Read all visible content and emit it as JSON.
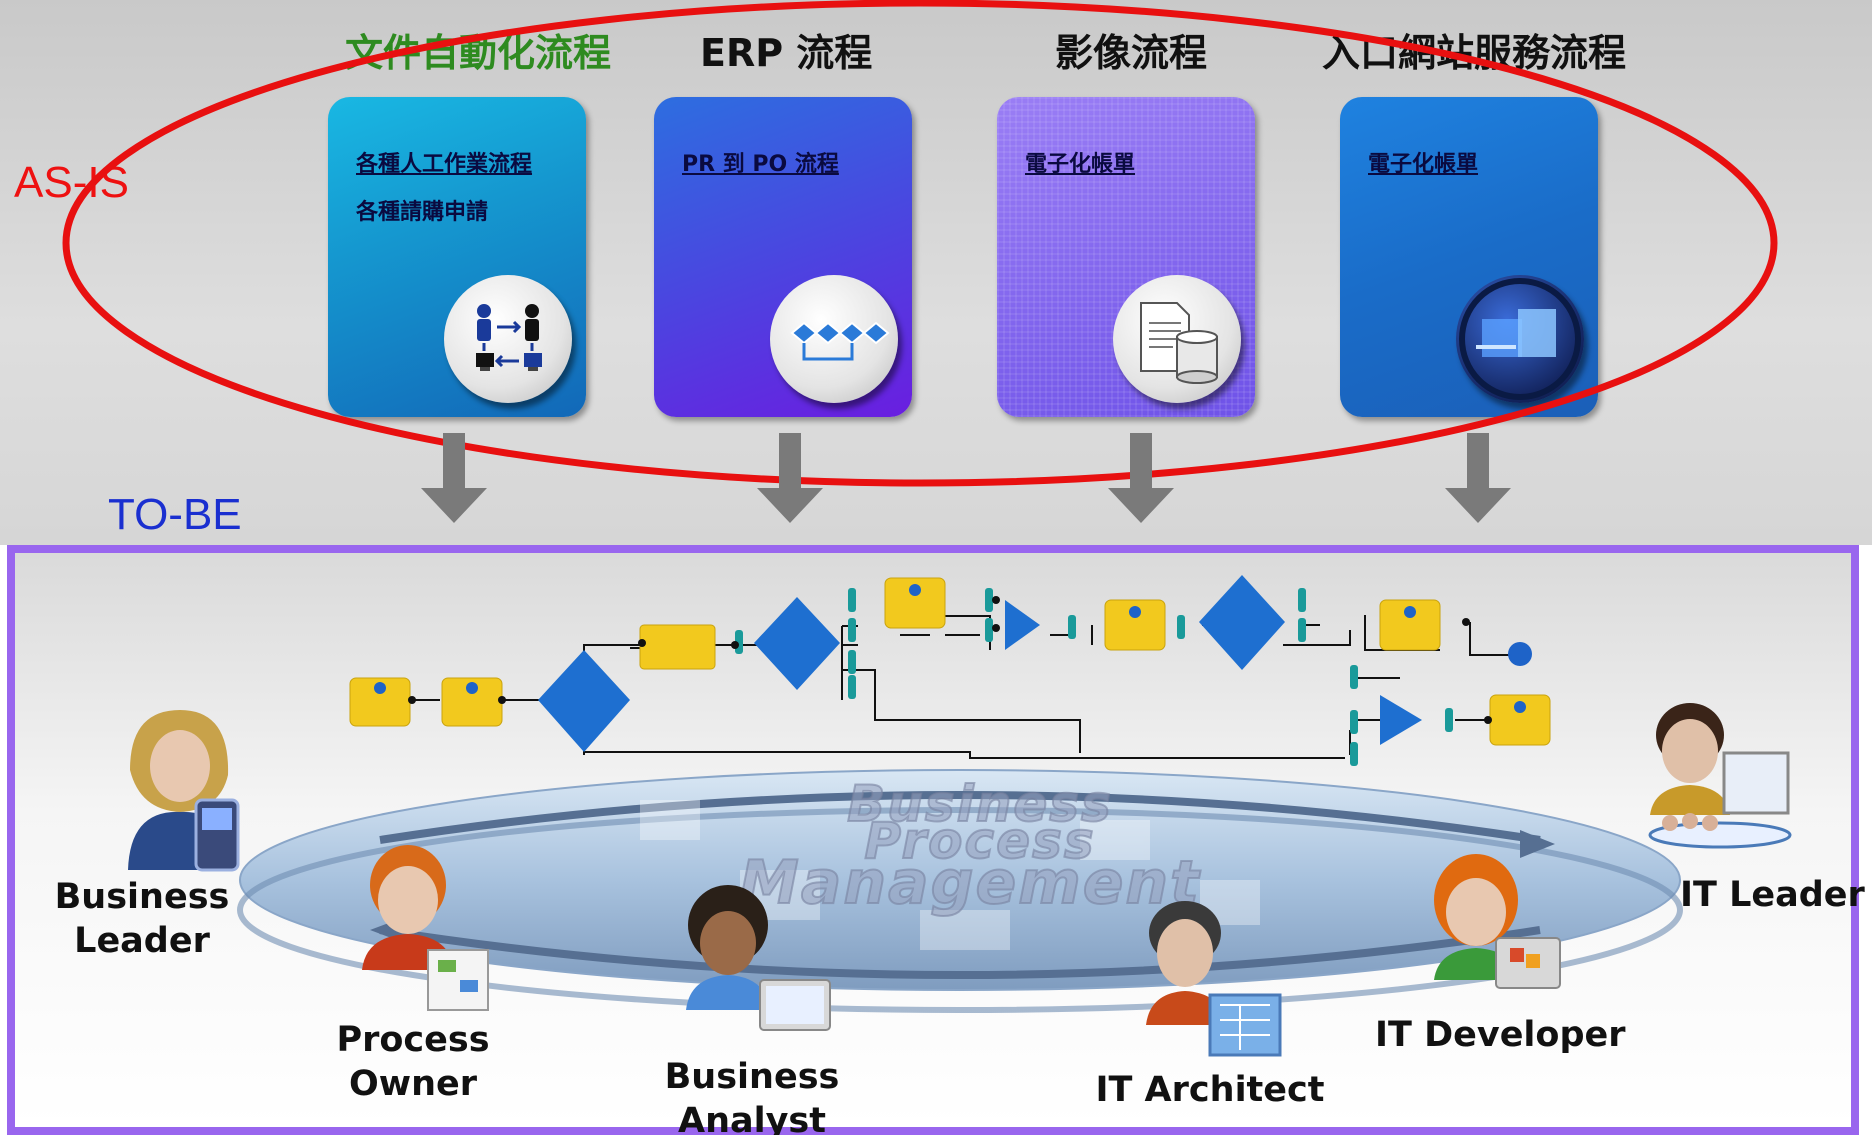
{
  "labels": {
    "as_is": "AS-IS",
    "to_be": "TO-BE"
  },
  "columns": [
    {
      "title": "文件自動化流程",
      "lines": [
        "各種人工作業流程",
        "各種請購申請"
      ],
      "icon": "people-workflow-icon"
    },
    {
      "title": "ERP 流程",
      "lines": [
        "PR 到 PO 流程"
      ],
      "icon": "flow-chain-icon"
    },
    {
      "title": "影像流程",
      "lines": [
        "電子化帳單"
      ],
      "icon": "document-database-icon"
    },
    {
      "title": "入口網站服務流程",
      "lines": [
        "電子化帳單"
      ],
      "icon": "portal-windows-icon"
    }
  ],
  "bpm": {
    "line1": "Business",
    "line2": "Process",
    "line3": "Management"
  },
  "roles": [
    {
      "line1": "Business",
      "line2": "Leader"
    },
    {
      "line1": "Process",
      "line2": "Owner"
    },
    {
      "line1": "Business",
      "line2": "Analyst"
    },
    {
      "line1": "IT Architect",
      "line2": ""
    },
    {
      "line1": "IT Developer",
      "line2": ""
    },
    {
      "line1": "IT Leader",
      "line2": ""
    }
  ],
  "colors": {
    "asis_ellipse": "#e81010",
    "tobe_frame": "#9966ee",
    "diamond": "#1e6fd0",
    "task_box": "#f0c820",
    "connector": "#1a9a9a"
  }
}
